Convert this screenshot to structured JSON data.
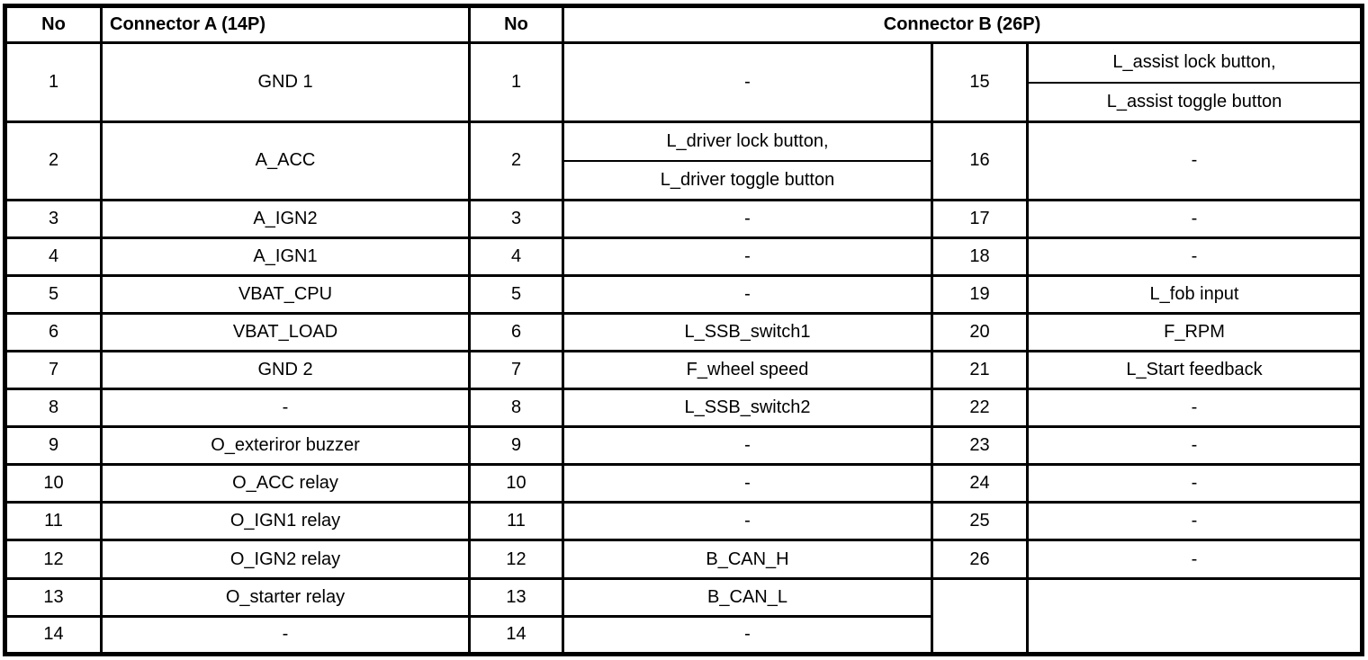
{
  "table": {
    "header": {
      "no_a": "No",
      "connector_a": "Connector A (14P)",
      "no_b": "No",
      "connector_b": "Connector B (26P)"
    },
    "connector_a_pins": [
      {
        "no": "1",
        "label": "GND 1"
      },
      {
        "no": "2",
        "label": "A_ACC"
      },
      {
        "no": "3",
        "label": "A_IGN2"
      },
      {
        "no": "4",
        "label": "A_IGN1"
      },
      {
        "no": "5",
        "label": "VBAT_CPU"
      },
      {
        "no": "6",
        "label": "VBAT_LOAD"
      },
      {
        "no": "7",
        "label": "GND 2"
      },
      {
        "no": "8",
        "label": "-"
      },
      {
        "no": "9",
        "label": "O_exteriror buzzer"
      },
      {
        "no": "10",
        "label": "O_ACC relay"
      },
      {
        "no": "11",
        "label": "O_IGN1 relay"
      },
      {
        "no": "12",
        "label": "O_IGN2 relay"
      },
      {
        "no": "13",
        "label": "O_starter relay"
      },
      {
        "no": "14",
        "label": "-"
      }
    ],
    "connector_b_pins_1_14": [
      {
        "no": "1",
        "label": "-"
      },
      {
        "no": "2",
        "label_lines": [
          "L_driver lock button,",
          "L_driver toggle button"
        ]
      },
      {
        "no": "3",
        "label": "-"
      },
      {
        "no": "4",
        "label": "-"
      },
      {
        "no": "5",
        "label": "-"
      },
      {
        "no": "6",
        "label": "L_SSB_switch1"
      },
      {
        "no": "7",
        "label": "F_wheel speed"
      },
      {
        "no": "8",
        "label": "L_SSB_switch2"
      },
      {
        "no": "9",
        "label": "-"
      },
      {
        "no": "10",
        "label": "-"
      },
      {
        "no": "11",
        "label": "-"
      },
      {
        "no": "12",
        "label": "B_CAN_H"
      },
      {
        "no": "13",
        "label": "B_CAN_L"
      },
      {
        "no": "14",
        "label": "-"
      }
    ],
    "connector_b_pins_15_26": [
      {
        "no": "15",
        "label_lines": [
          "L_assist lock button,",
          "L_assist toggle button"
        ]
      },
      {
        "no": "16",
        "label": "-"
      },
      {
        "no": "17",
        "label": "-"
      },
      {
        "no": "18",
        "label": "-"
      },
      {
        "no": "19",
        "label": "L_fob input"
      },
      {
        "no": "20",
        "label": "F_RPM"
      },
      {
        "no": "21",
        "label": "L_Start feedback"
      },
      {
        "no": "22",
        "label": "-"
      },
      {
        "no": "23",
        "label": "-"
      },
      {
        "no": "24",
        "label": "-"
      },
      {
        "no": "25",
        "label": "-"
      },
      {
        "no": "26",
        "label": "-"
      }
    ]
  },
  "colors": {
    "border": "#000000",
    "background": "#ffffff",
    "text": "#000000"
  }
}
